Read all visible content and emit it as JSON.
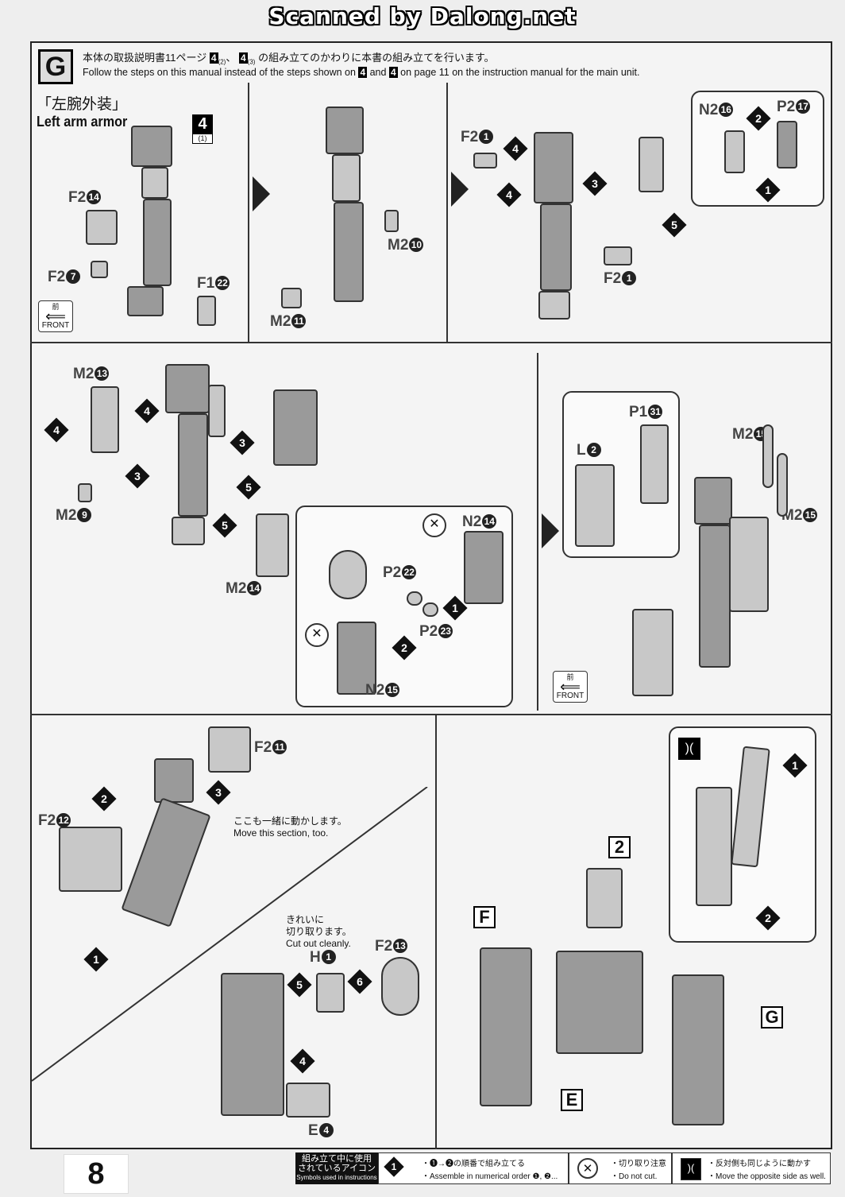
{
  "watermark": "Scanned by Dalong.net",
  "header": {
    "letter": "G",
    "jp_prefix": "本体の取扱説明書11ページ",
    "jp_step_a": "4",
    "jp_step_a_sub": "(2)",
    "jp_sep": "、",
    "jp_step_b": "4",
    "jp_step_b_sub": "(3)",
    "jp_suffix": "の組み立てのかわりに本書の組み立てを行います。",
    "en_prefix": "Follow the steps on this manual instead of the steps shown on",
    "en_mid": "and",
    "en_suffix": "on page 11 on the instruction manual for the main unit."
  },
  "section": {
    "title_jp": "「左腕外装」",
    "title_en": "Left arm armor",
    "step_main": "4",
    "step_sub": "(1)"
  },
  "front_icon": {
    "jp": "前",
    "en": "FRONT"
  },
  "labels": {
    "p1_f2_14": {
      "code": "F2",
      "num": "14"
    },
    "p1_f2_7": {
      "code": "F2",
      "num": "7"
    },
    "p1_f1_22": {
      "code": "F1",
      "num": "22"
    },
    "p2_m2_10": {
      "code": "M2",
      "num": "10"
    },
    "p2_m2_11": {
      "code": "M2",
      "num": "11"
    },
    "p3_f2_1a": {
      "code": "F2",
      "num": "1"
    },
    "p3_f2_1b": {
      "code": "F2",
      "num": "1"
    },
    "p3_n2_16": {
      "code": "N2",
      "num": "16"
    },
    "p3_p2_17": {
      "code": "P2",
      "num": "17"
    },
    "p4_m2_13": {
      "code": "M2",
      "num": "13"
    },
    "p4_m2_9": {
      "code": "M2",
      "num": "9"
    },
    "p4_m2_14": {
      "code": "M2",
      "num": "14"
    },
    "p4_n2_14": {
      "code": "N2",
      "num": "14"
    },
    "p4_p2_22": {
      "code": "P2",
      "num": "22"
    },
    "p4_p2_23": {
      "code": "P2",
      "num": "23"
    },
    "p4_n2_15": {
      "code": "N2",
      "num": "15"
    },
    "p5_p1_31": {
      "code": "P1",
      "num": "31"
    },
    "p5_l_2": {
      "code": "L",
      "num": "2"
    },
    "p5_m2_15a": {
      "code": "M2",
      "num": "15"
    },
    "p5_m2_15b": {
      "code": "M2",
      "num": "15"
    },
    "p6_f2_11": {
      "code": "F2",
      "num": "11"
    },
    "p6_f2_12": {
      "code": "F2",
      "num": "12"
    },
    "p6_h_1": {
      "code": "H",
      "num": "1"
    },
    "p6_f2_13": {
      "code": "F2",
      "num": "13"
    },
    "p6_e_4": {
      "code": "E",
      "num": "4"
    }
  },
  "notes": {
    "move_section_jp": "ここも一緒に動かします。",
    "move_section_en": "Move this section, too.",
    "cut_clean_jp1": "きれいに",
    "cut_clean_jp2": "切り取ります。",
    "cut_clean_en": "Cut out cleanly."
  },
  "assembly_labels": {
    "f": "F",
    "two": "2",
    "e": "E",
    "g": "G"
  },
  "steps": [
    "1",
    "2",
    "3",
    "4",
    "5",
    "6"
  ],
  "footer": {
    "page_number": "8",
    "legend_title_jp1": "組み立て中に使用",
    "legend_title_jp2": "されているアイコン",
    "legend_title_en": "Symbols used in instructions",
    "legend1_jp": "・❶→❷の順番で組み立てる",
    "legend1_en": "・Assemble in numerical order ❶, ❷...",
    "legend2_jp": "・切り取り注意",
    "legend2_en": "・Do not cut.",
    "legend3_jp": "・反対側も同じように動かす",
    "legend3_en": "・Move the opposite side as well."
  }
}
